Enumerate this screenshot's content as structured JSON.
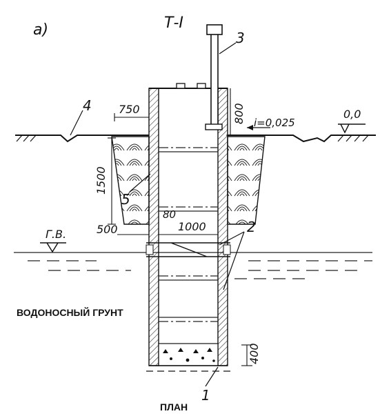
{
  "figure": {
    "section_title": "Т-I",
    "part_label": "а)",
    "callouts": [
      "1",
      "2",
      "3",
      "4",
      "5"
    ],
    "dimensions": {
      "d750": "750",
      "d800": "800",
      "d1500": "1500",
      "d500": "500",
      "d80": "80",
      "d1000": "1000",
      "d400": "400",
      "slope": "i=0,025",
      "level": "0,0"
    },
    "groundwater_label": "Г.В.",
    "aquifer_label": "ВОДОНОСНЫЙ ГРУНТ",
    "plan_label": "ПЛАН"
  }
}
